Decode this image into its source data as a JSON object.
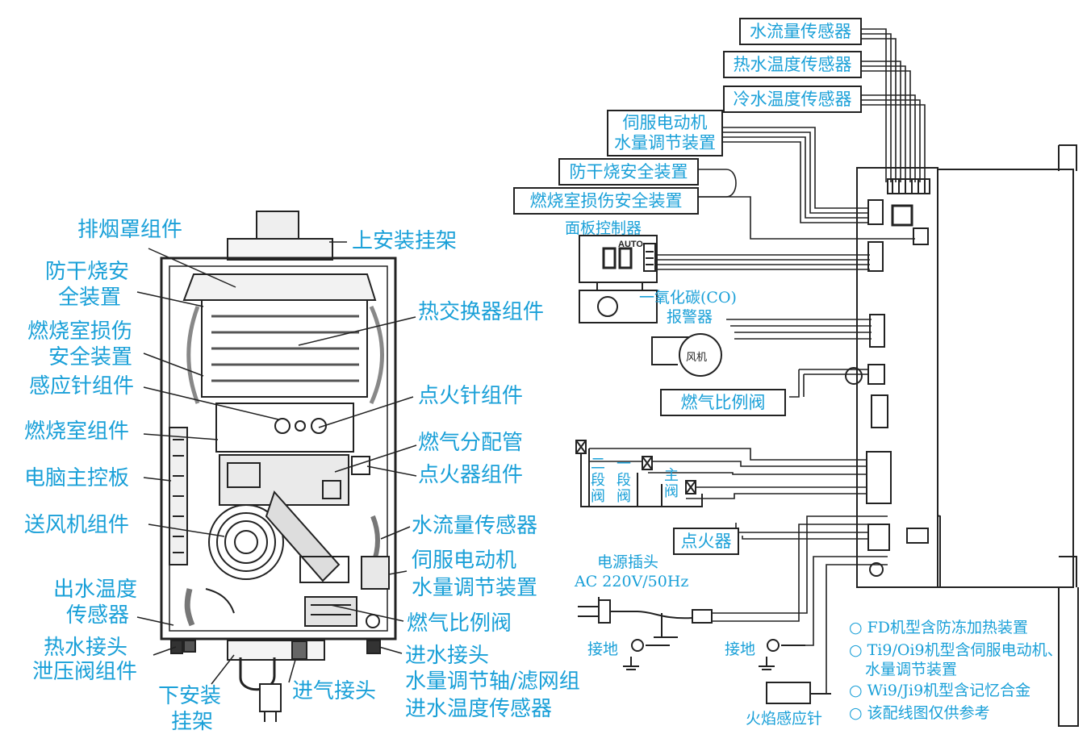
{
  "left_labels": {
    "exhaust_hood": "排烟罩组件",
    "upper_bracket": "上安装挂架",
    "dry_fire_1": "防干烧安",
    "dry_fire_2": "全装置",
    "chamber_damage_1": "燃烧室损伤",
    "chamber_damage_2": "安全装置",
    "sensing_pin": "感应针组件",
    "combustion_chamber": "燃烧室组件",
    "main_board": "电脑主控板",
    "blower": "送风机组件",
    "out_temp_1": "出水温度",
    "out_temp_2": "传感器",
    "hot_water_joint": "热水接头",
    "relief_valve": "泄压阀组件",
    "lower_bracket_1": "下安装",
    "lower_bracket_2": "挂架",
    "gas_inlet": "进气接头",
    "heat_exchanger": "热交换器组件",
    "ignition_pin": "点火针组件",
    "gas_manifold": "燃气分配管",
    "igniter": "点火器组件",
    "flow_sensor": "水流量传感器",
    "servo_1": "伺服电动机",
    "servo_2": "水量调节装置",
    "gas_proportional": "燃气比例阀",
    "water_inlet": "进水接头",
    "water_adjust": "水量调节轴/滤网组",
    "inlet_temp": "进水温度传感器"
  },
  "wiring": {
    "flow_sensor": "水流量传感器",
    "hot_temp_sensor": "热水温度传感器",
    "cold_temp_sensor": "冷水温度传感器",
    "servo_1": "伺服电动机",
    "servo_2": "水量调节装置",
    "dry_fire": "防干烧安全装置",
    "chamber_damage": "燃烧室损伤安全装置",
    "panel_controller": "面板控制器",
    "co_alarm_1": "一氧化碳(CO)",
    "co_alarm_2": "报警器",
    "fan": "风机",
    "gas_valve": "燃气比例阀",
    "valve_stage2": "二段阀",
    "valve_stage1": "一段阀",
    "valve_main": "主阀",
    "igniter": "点火器",
    "plug_1": "电源插头",
    "plug_2": "AC 220V/50Hz",
    "ground": "接地",
    "flame_sensor": "火焰感应针",
    "display_auto": "AUTO"
  },
  "notes": [
    "FD机型含防冻加热装置",
    "Ti9/Oi9机型含伺服电动机、",
    "水量调节装置",
    "Wi9/Ji9机型含记忆合金",
    "该配线图仅供参考"
  ]
}
